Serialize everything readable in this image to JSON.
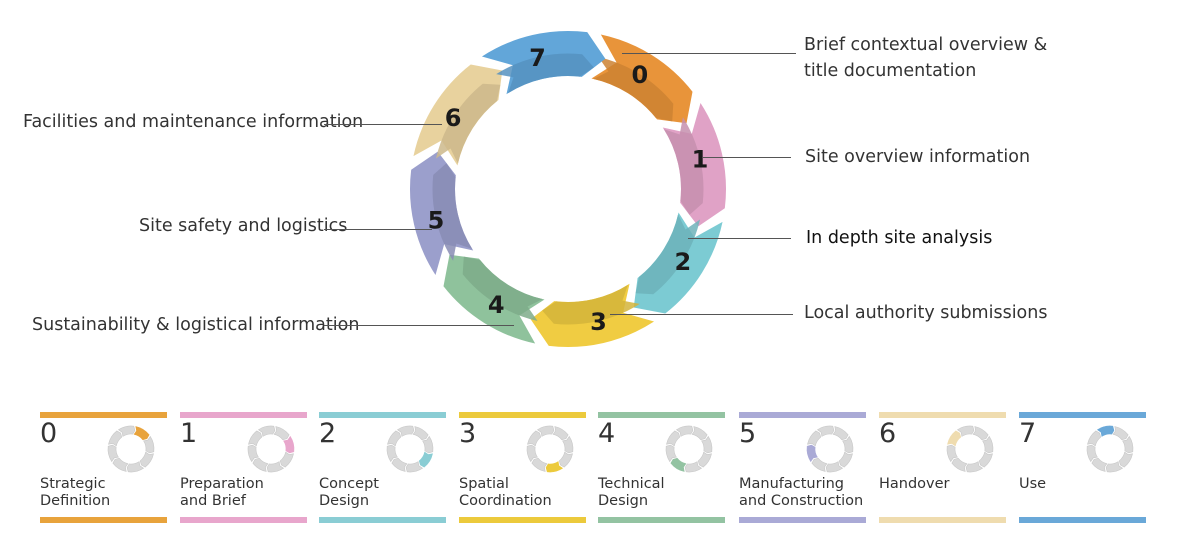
{
  "cycle": {
    "segments": [
      {
        "number": "0",
        "color": "#e8943a"
      },
      {
        "number": "1",
        "color": "#e0a2c6"
      },
      {
        "number": "2",
        "color": "#7ccbd3"
      },
      {
        "number": "3",
        "color": "#f0cc42"
      },
      {
        "number": "4",
        "color": "#8fc29c"
      },
      {
        "number": "5",
        "color": "#9b9fcc"
      },
      {
        "number": "6",
        "color": "#e8d29e"
      },
      {
        "number": "7",
        "color": "#62a6d9"
      }
    ]
  },
  "callouts": {
    "c0_line1": "Brief contextual overview &",
    "c0_line2": "title documentation",
    "c1": "Site overview information",
    "c2": "In depth site analysis",
    "c3": "Local authority submissions",
    "c4": "Sustainability & logistical information",
    "c5": "Site safety and logistics",
    "c6": "Facilities and maintenance information"
  },
  "stages": [
    {
      "number": "0",
      "line1": "Strategic",
      "line2": "Definition",
      "color": "#e8a33c"
    },
    {
      "number": "1",
      "line1": "Preparation",
      "line2": "and Brief",
      "color": "#e8a6cc"
    },
    {
      "number": "2",
      "line1": "Concept",
      "line2": "Design",
      "color": "#8acdd4"
    },
    {
      "number": "3",
      "line1": "Spatial",
      "line2": "Coordination",
      "color": "#ecca3c"
    },
    {
      "number": "4",
      "line1": "Technical",
      "line2": "Design",
      "color": "#93c3a2"
    },
    {
      "number": "5",
      "line1": "Manufacturing",
      "line2": "and Construction",
      "color": "#aaaad6"
    },
    {
      "number": "6",
      "line1": "Handover",
      "line2": "",
      "color": "#efdcaf"
    },
    {
      "number": "7",
      "line1": "Use",
      "line2": "",
      "color": "#6aa8d8"
    }
  ]
}
